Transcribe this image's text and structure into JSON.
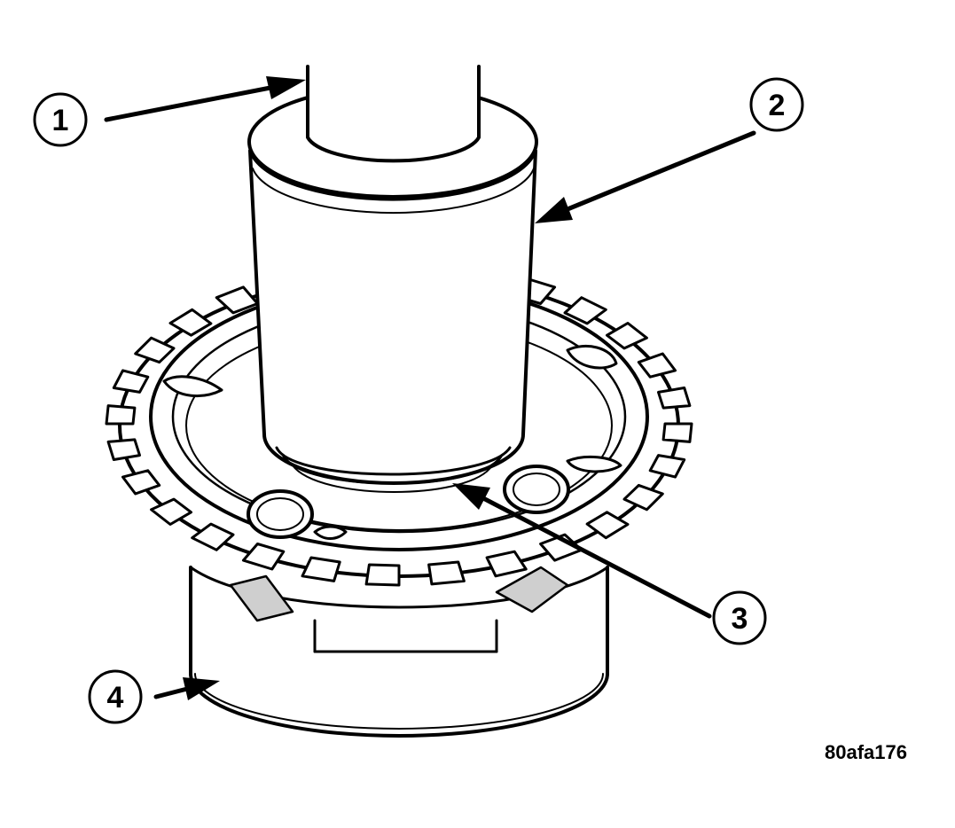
{
  "callouts": [
    {
      "id": "1",
      "label": "1"
    },
    {
      "id": "2",
      "label": "2"
    },
    {
      "id": "3",
      "label": "3"
    },
    {
      "id": "4",
      "label": "4"
    }
  ],
  "figure_code": "80afa176",
  "colors": {
    "ink": "#000000",
    "paper": "#ffffff",
    "tooth_shade": "#cfcfcf"
  }
}
